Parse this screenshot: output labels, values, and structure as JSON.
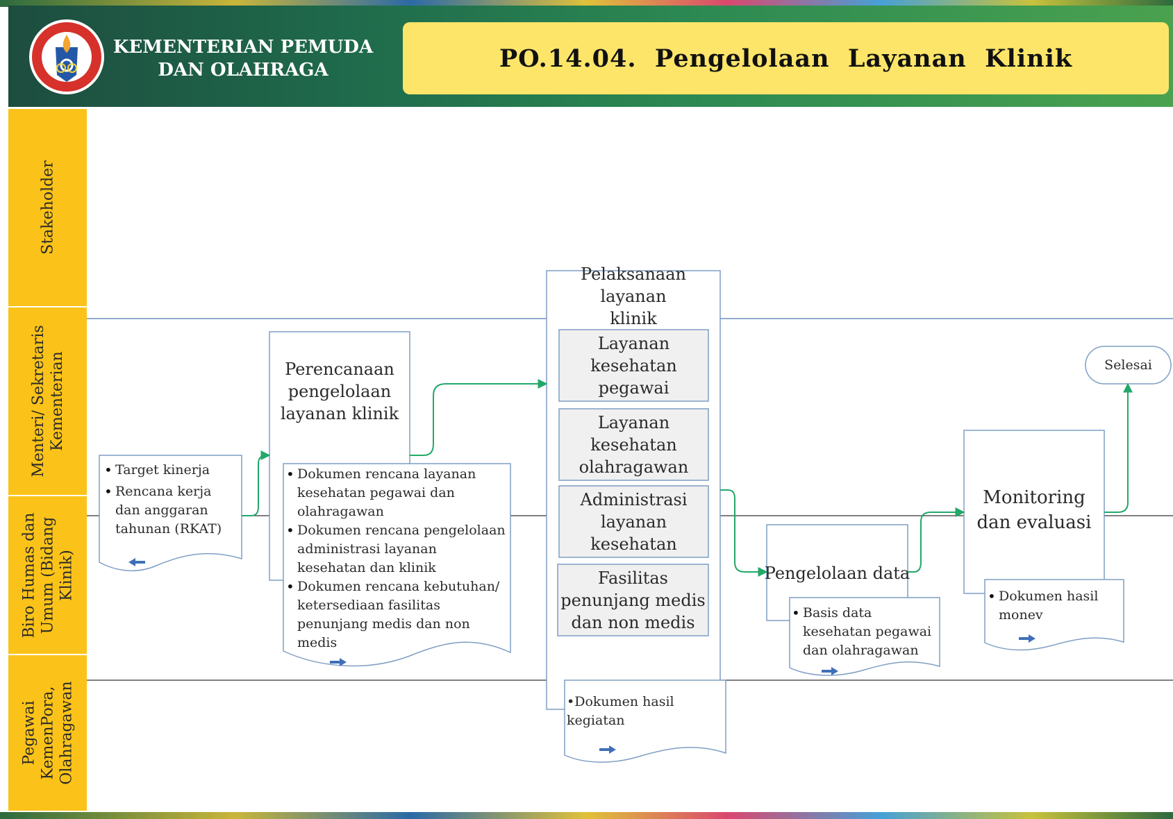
{
  "header": {
    "org_name": "KEMENTERIAN PEMUDA\nDAN OLAHRAGA",
    "title": "PO.14.04.  Pengelolaan  Layanan  Klinik"
  },
  "lanes": [
    {
      "label": "Stakeholder"
    },
    {
      "label": "Menteri/ Sekretaris\nKementerian"
    },
    {
      "label": "Biro Humas dan\nUmum (Bidang\nKlinik)"
    },
    {
      "label": "Pegawai\nKemenPora,\nOlahragawan"
    }
  ],
  "nodes": {
    "input_doc": {
      "items": [
        "Target kinerja",
        "Rencana kerja dan anggaran tahunan (RKAT)"
      ]
    },
    "perencanaan": {
      "label": "Perencanaan\npengelolaan\nlayanan klinik"
    },
    "perencanaan_doc": {
      "items": [
        "Dokumen rencana layanan kesehatan pegawai dan olahragawan",
        "Dokumen rencana pengelolaan administrasi layanan kesehatan dan klinik",
        "Dokumen rencana kebutuhan/ ketersediaan fasilitas penunjang medis dan non medis"
      ]
    },
    "pelaksanaan": {
      "label": "Pelaksanaan layanan\nklinik",
      "sub": [
        "Layanan\nkesehatan\npegawai",
        "Layanan\nkesehatan\nolahragawan",
        "Administrasi\nlayanan\nkesehatan",
        "Fasilitas\npenunjang medis\ndan non medis"
      ]
    },
    "pelaksanaan_doc": {
      "text": "•Dokumen hasil\nkegiatan"
    },
    "pengelolaan_data": {
      "label": "Pengelolaan data"
    },
    "pengelolaan_doc": {
      "items": [
        "Basis data kesehatan pegawai dan olahragawan"
      ]
    },
    "monitoring": {
      "label": "Monitoring\ndan evaluasi"
    },
    "monitoring_doc": {
      "items": [
        "Dokumen hasil monev"
      ]
    },
    "selesai": {
      "label": "Selesai"
    }
  },
  "colors": {
    "lane_label": "#fbc319",
    "title_box": "#fde56a",
    "flow_arrow": "#22a86a",
    "doc_arrow": "#3f6fb8",
    "box_border": "#7f9ec4",
    "sub_box_fill": "#f0f0f0"
  }
}
